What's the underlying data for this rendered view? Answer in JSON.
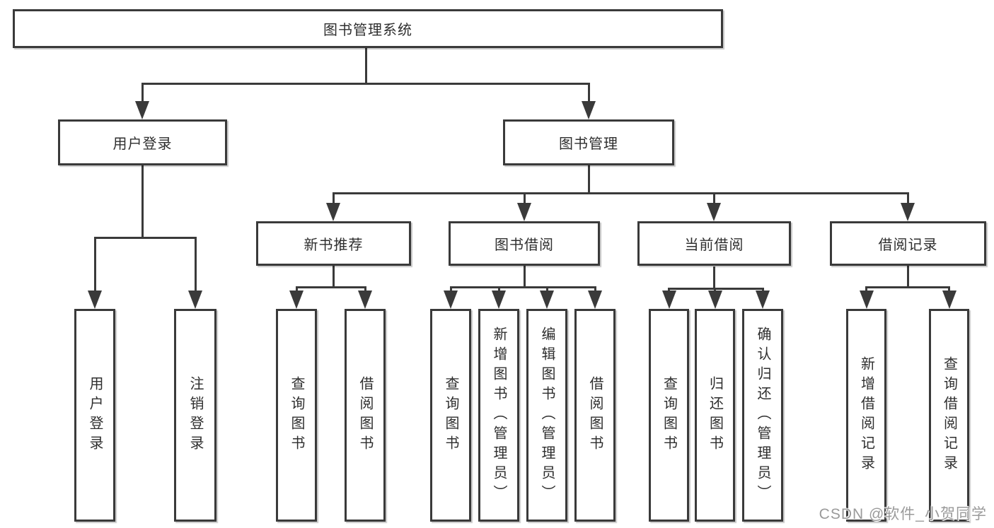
{
  "tree": {
    "root": "图书管理系统",
    "children": [
      {
        "label": "用户登录",
        "children": [
          "用户登录",
          "注销登录"
        ]
      },
      {
        "label": "图书管理",
        "children": [
          {
            "label": "新书推荐",
            "children": [
              "查询图书",
              "借阅图书"
            ]
          },
          {
            "label": "图书借阅",
            "children": [
              "查询图书",
              "新增图书（管理员）",
              "编辑图书（管理员）",
              "借阅图书"
            ]
          },
          {
            "label": "当前借阅",
            "children": [
              "查询图书",
              "归还图书",
              "确认归还（管理员）"
            ]
          },
          {
            "label": "借阅记录",
            "children": [
              "新增借阅记录",
              "查询借阅记录"
            ]
          }
        ]
      }
    ]
  },
  "watermark": {
    "text": "CSDN @软件_小贺同学"
  },
  "colors": {
    "line": "#3a3a3a",
    "text": "#2e2e2e",
    "watermark_text": "#9a9a9a",
    "background": "#ffffff"
  }
}
